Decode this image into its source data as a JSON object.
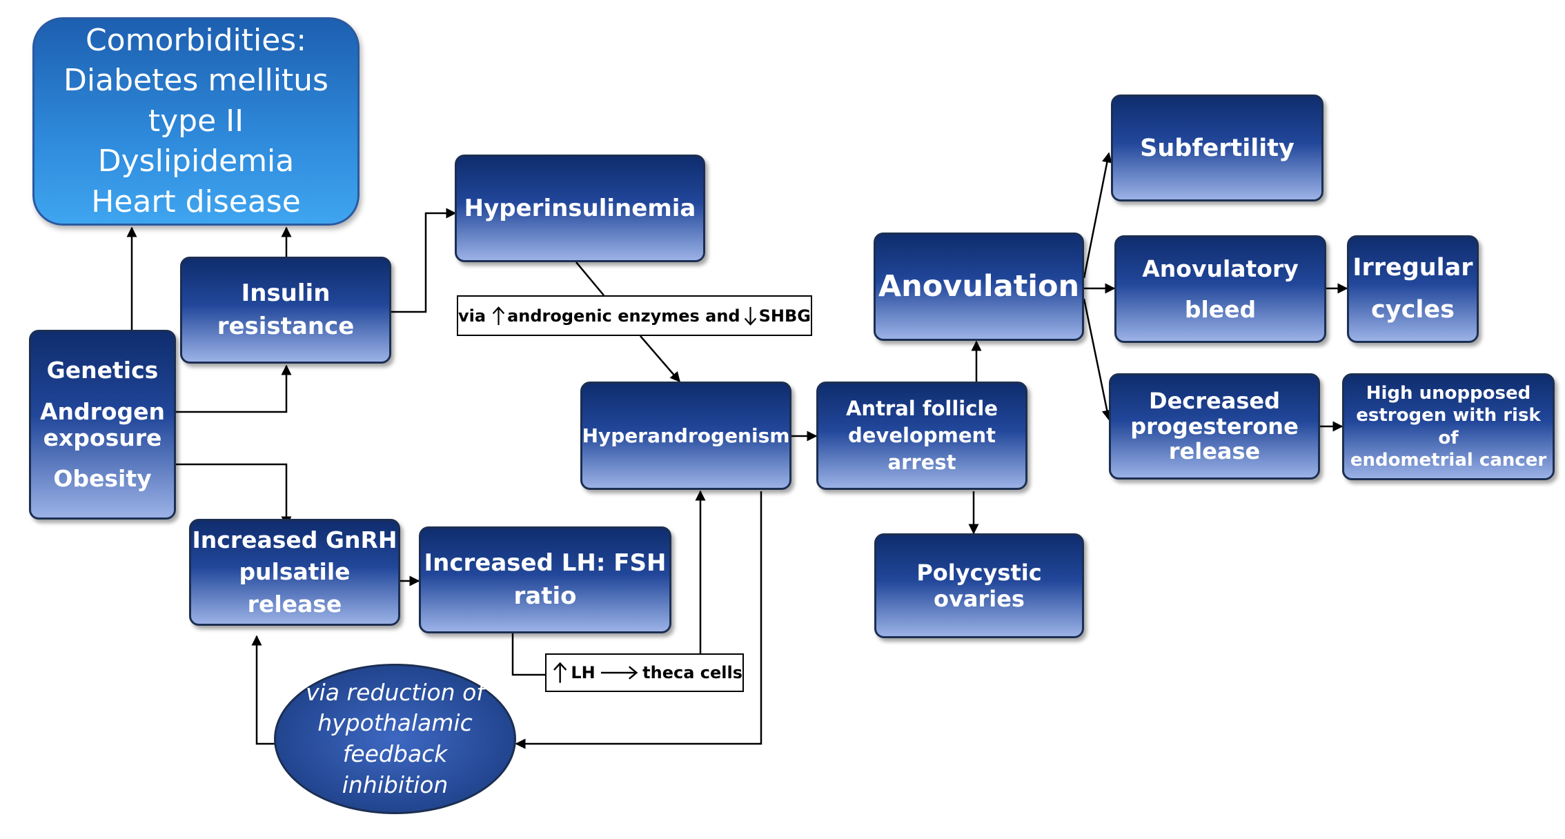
{
  "comorbidities": [
    "Comorbidities:",
    "Diabetes mellitus",
    "type II",
    "Dyslipidemia",
    "Heart disease"
  ],
  "genetics": [
    "Genetics",
    "Androgen",
    "exposure",
    "Obesity"
  ],
  "insulin_resistance": [
    "Insulin",
    "resistance"
  ],
  "hyperinsulinemia": "Hyperinsulinemia",
  "enzymes_label": {
    "prefix": "via",
    "middle": "androgenic enzymes and",
    "suffix": "SHBG"
  },
  "hyperandrogenism": "Hyperandrogenism",
  "gnrh": [
    "Increased GnRH",
    "pulsatile release"
  ],
  "lh_fsh": [
    "Increased LH: FSH",
    "ratio"
  ],
  "theca_label": {
    "prefix": "LH",
    "suffix": "theca cells"
  },
  "feedback": [
    "via reduction of",
    "hypothalamic",
    "feedback",
    "inhibition"
  ],
  "antral": [
    "Antral follicle",
    "development arrest"
  ],
  "anovulation": "Anovulation",
  "polycystic": "Polycystic ovaries",
  "subfertility": "Subfertility",
  "anovulatory_bleed": [
    "Anovulatory",
    "bleed"
  ],
  "irregular": [
    "Irregular",
    "cycles"
  ],
  "progesterone": [
    "Decreased",
    "progesterone",
    "release"
  ],
  "estrogen": [
    "High unopposed",
    "estrogen with risk of",
    "endometrial cancer"
  ],
  "colors": {
    "node_dark": "#0f2d6e",
    "node_light": "#9bb2e6",
    "comorbidity": "#2f8bdc",
    "border": "#1c2f52"
  }
}
